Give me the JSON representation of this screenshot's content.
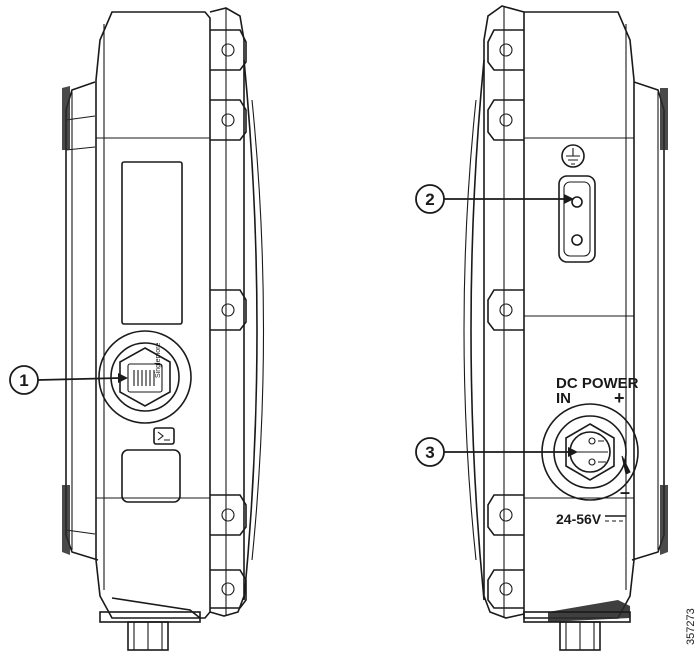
{
  "callouts": [
    {
      "number": "1"
    },
    {
      "number": "2"
    },
    {
      "number": "3"
    }
  ],
  "labels": {
    "power_line1": "DC POWER",
    "power_line2": "IN",
    "plus_sign": "+",
    "minus_sign": "–",
    "voltage": "24-56V",
    "ground_symbol": "⏚",
    "port_text": "Singlemore",
    "figure_id": "357273"
  },
  "colors": {
    "line": "#1a1a1a",
    "background": "#ffffff"
  }
}
